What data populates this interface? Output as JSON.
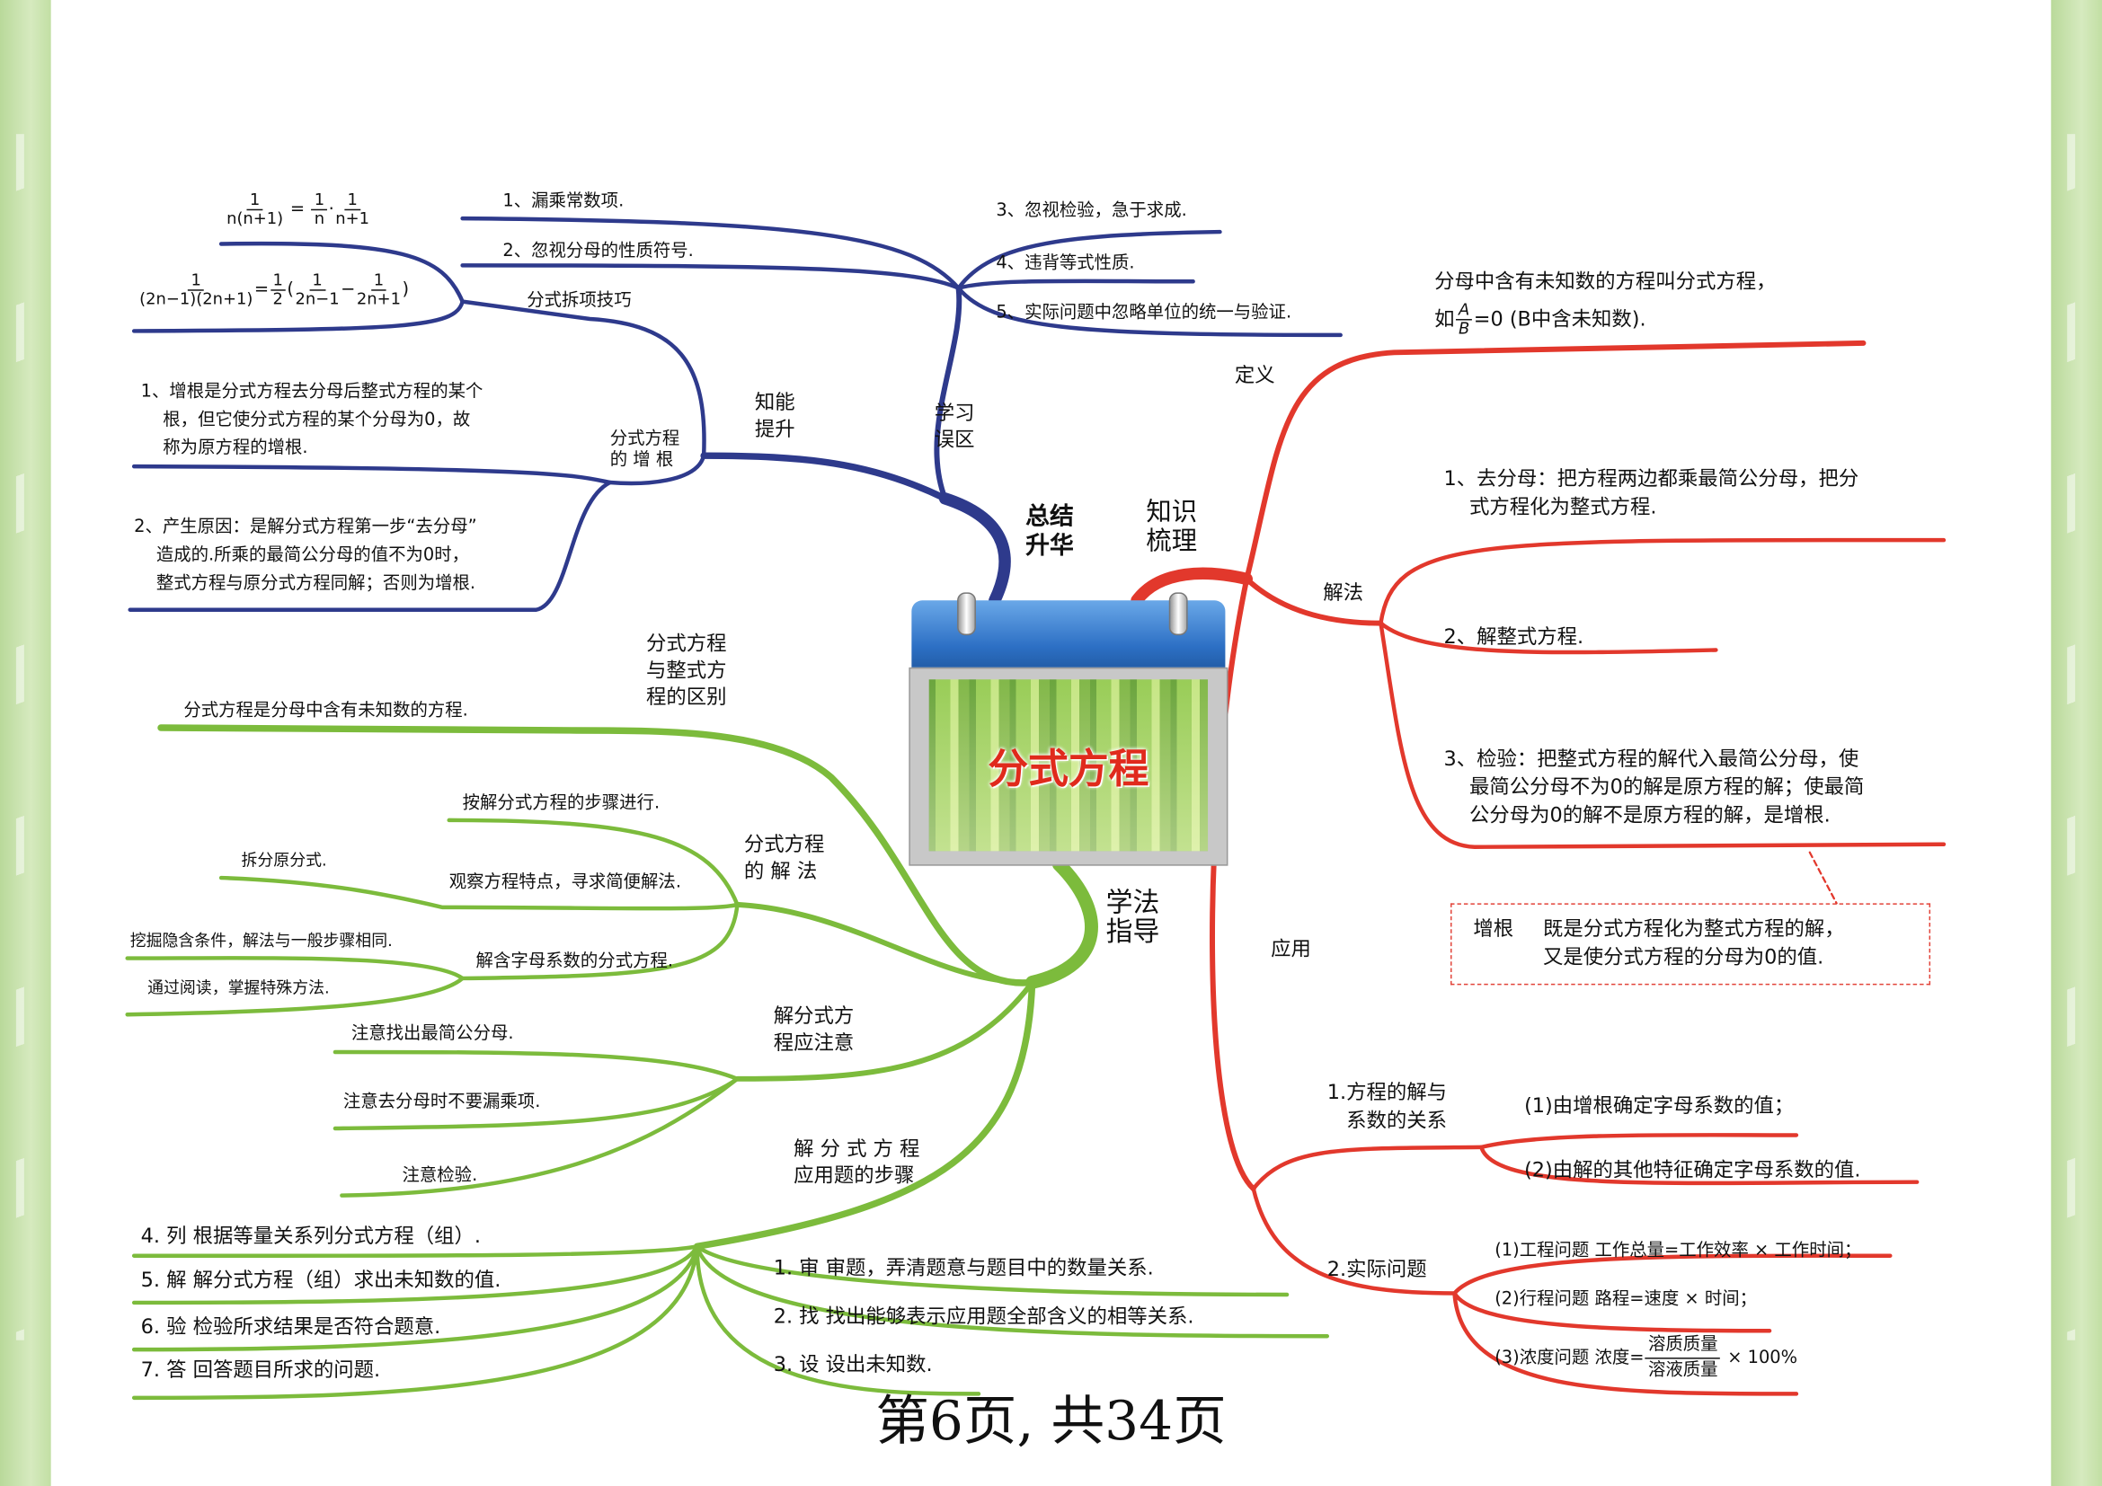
{
  "center": {
    "title": "分式方程"
  },
  "summary": {
    "hub_label": "总结\n升华",
    "ability": {
      "label": "知能\n提升",
      "split_technique": {
        "label": "分式拆项技巧",
        "formula1": {
          "lhs_num": "1",
          "lhs_den": "n(n+1)",
          "eq": "=",
          "a_num": "1",
          "a_den": "n",
          "dot": "·",
          "b_num": "1",
          "b_den": "n+1"
        },
        "formula2": {
          "lhs_num": "1",
          "lhs_den": "(2n−1)(2n+1)",
          "eq": "=",
          "c_num": "1",
          "c_den": "2",
          "lp": "(",
          "a_num": "1",
          "a_den": "2n−1",
          "minus": "−",
          "b_num": "1",
          "b_den": "2n+1",
          "rp": ")"
        }
      },
      "extraneous_root": {
        "label": "分式方程\n的 增 根",
        "items": [
          "1、增根是分式方程去分母后整式方程的某个\n    根，但它使分式方程的某个分母为0，故\n    称为原方程的增根.",
          "2、产生原因：是解分式方程第一步“去分母”\n    造成的.所乘的最简公分母的值不为0时，\n    整式方程与原分式方程同解；否则为增根."
        ]
      }
    },
    "pitfalls": {
      "label": "学习\n误区",
      "items": [
        "1、漏乘常数项.",
        "2、忽视分母的性质符号.",
        "3、忽视检验，急于求成.",
        "4、违背等式性质.",
        "5、实际问题中忽略单位的统一与验证."
      ]
    }
  },
  "knowledge": {
    "hub_label": "知识\n梳理",
    "definition": {
      "label": "定义",
      "line1": "分母中含有未知数的方程叫分式方程，",
      "line2_pre": "如",
      "frac_num": "A",
      "frac_den": "B",
      "line2_post": "=0  (B中含未知数)."
    },
    "solution": {
      "label": "解法",
      "steps": [
        "1、去分母：把方程两边都乘最简公分母，把分\n    式方程化为整式方程.",
        "2、解整式方程.",
        "3、检验：把整式方程的解代入最简公分母，使\n    最简公分母不为0的解是原方程的解；使最简\n    公分母为0的解不是原方程的解，是增根."
      ],
      "note_term": "增根",
      "note_text": "既是分式方程化为整式方程的解，\n又是使分式方程的分母为0的值."
    },
    "application": {
      "label": "应用",
      "relation": {
        "label": "1.方程的解与\n   系数的关系",
        "items": [
          "(1)由增根确定字母系数的值；",
          "(2)由解的其他特征确定字母系数的值."
        ]
      },
      "practical": {
        "label": "2.实际问题",
        "items": [
          "(1)工程问题 工作总量=工作效率 × 工作时间；",
          "(2)行程问题 路程=速度 × 时间；"
        ],
        "concentration": {
          "pre": "(3)浓度问题 浓度=",
          "num": "溶质质量",
          "den": "溶液质量",
          "post": "× 100%"
        }
      }
    }
  },
  "methods": {
    "hub_label": "学法\n指导",
    "difference": {
      "label": "分式方程\n与整式方\n程的区别",
      "items": [
        "分式方程是分母中含有未知数的方程."
      ]
    },
    "solving": {
      "label": "分式方程\n的 解 法",
      "items": [
        "按解分式方程的步骤进行.",
        "观察方程特点，寻求简便解法.",
        "解含字母系数的分式方程."
      ],
      "sub_observe": [
        "拆分原分式."
      ],
      "sub_letter": [
        "挖掘隐含条件，解法与一般步骤相同.",
        "通过阅读，掌握特殊方法."
      ]
    },
    "attention": {
      "label": "解分式方\n程应注意",
      "items": [
        "注意找出最简公分母.",
        "注意去分母时不要漏乘项.",
        "注意检验."
      ]
    },
    "word_problem": {
      "label": "解 分 式 方 程\n应用题的步骤",
      "right": [
        "1. 审   审题，弄清题意与题目中的数量关系.",
        "2. 找   找出能够表示应用题全部含义的相等关系.",
        "3. 设   设出未知数."
      ],
      "left": [
        "4. 列   根据等量关系列分式方程（组）.",
        "5. 解   解分式方程（组）求出未知数的值.",
        "6. 验   检验所求结果是否符合题意.",
        "7. 答   回答题目所求的问题."
      ]
    }
  },
  "footer": {
    "page": "第6页, 共34页"
  },
  "colors": {
    "blue": "#2e3a8c",
    "red": "#e2382c",
    "green": "#7cbb3c"
  }
}
